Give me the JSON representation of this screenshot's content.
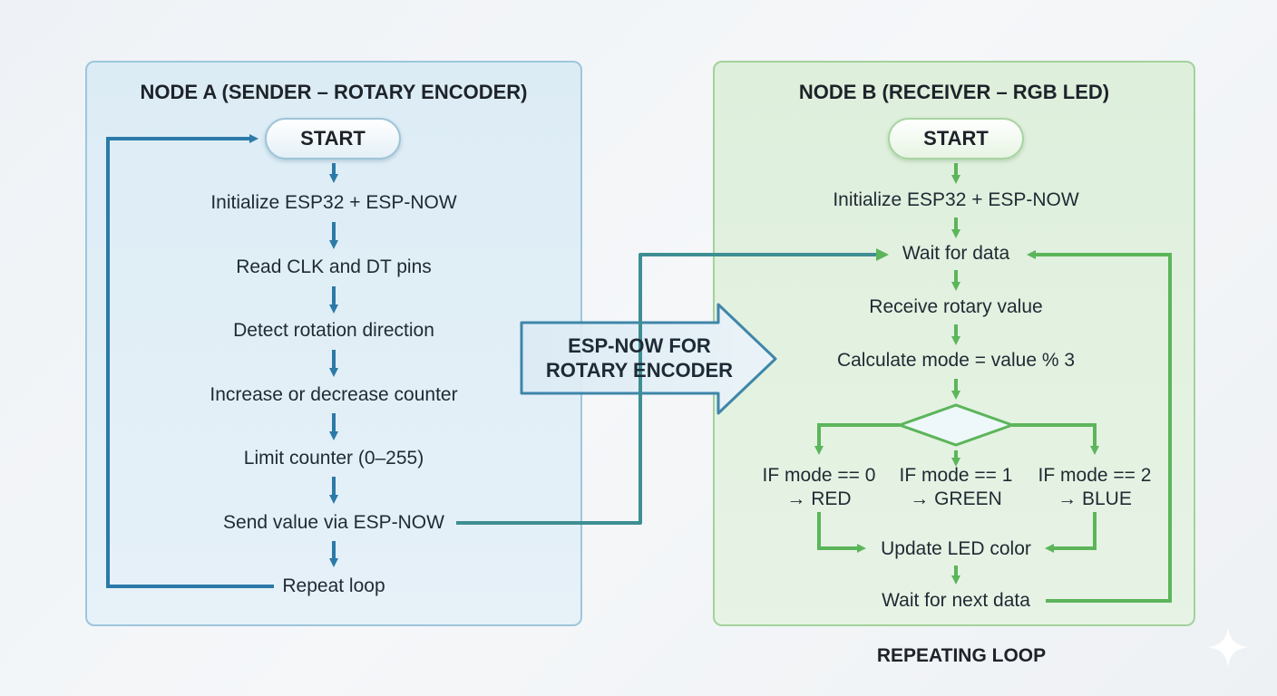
{
  "node_a": {
    "title": "NODE A (SENDER – ROTARY ENCODER)",
    "start": "START",
    "steps": [
      "Initialize ESP32 + ESP-NOW",
      "Read CLK and DT pins",
      "Detect rotation direction",
      "Increase or decrease counter",
      "Limit counter (0–255)",
      "Send value via ESP-NOW",
      "Repeat loop"
    ]
  },
  "node_b": {
    "title": "NODE B (RECEIVER – RGB LED)",
    "start": "START",
    "steps": [
      "Initialize ESP32 + ESP-NOW",
      "Wait for data",
      "Receive rotary value",
      "Calculate mode = value % 3"
    ],
    "branches": [
      {
        "condition": "IF mode == 0",
        "result": "→ RED"
      },
      {
        "condition": "IF mode == 1",
        "result": "→ GREEN"
      },
      {
        "condition": "IF mode == 2",
        "result": "→ BLUE"
      }
    ],
    "update": "Update LED color",
    "wait_next": "Wait for next data"
  },
  "link": {
    "line1": "ESP-NOW FOR",
    "line2": "ROTARY ENCODER"
  },
  "loop_label": "REPEATING LOOP",
  "colors": {
    "blue_arrow": "#2b7aa8",
    "green_arrow": "#5cb55a",
    "link_line": "#3d8f93"
  }
}
